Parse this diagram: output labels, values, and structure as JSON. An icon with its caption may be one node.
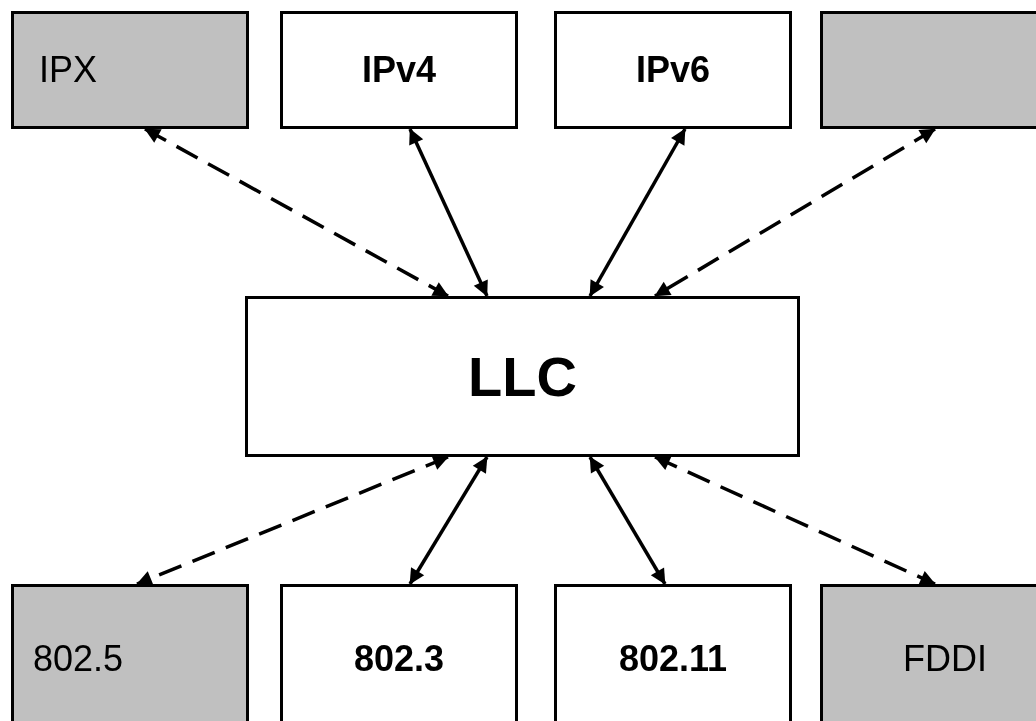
{
  "diagram": {
    "nodes": [
      {
        "text": [
          "IPX"
        ]
      },
      {
        "text": [
          "IPv4"
        ]
      },
      {
        "text": [
          "IPv6"
        ]
      },
      {
        "text": [],
        "shape": "box"
      },
      {
        "text": [
          "LLC"
        ]
      },
      {
        "text": [
          "802.5"
        ]
      },
      {
        "text": [
          "802.3"
        ]
      },
      {
        "text": [
          "802.11"
        ]
      },
      {
        "text": [
          "FDDI"
        ]
      }
    ],
    "edges": [
      {
        "from": 0,
        "to": 4,
        "arrow": "both",
        "style": "dashed"
      },
      {
        "from": 1,
        "to": 4,
        "arrow": "both"
      },
      {
        "from": 2,
        "to": 4,
        "arrow": "both"
      },
      {
        "from": 3,
        "to": 4,
        "arrow": "both",
        "style": "dashed"
      },
      {
        "from": 4,
        "to": 5,
        "arrow": "both",
        "style": "dashed"
      },
      {
        "from": 4,
        "to": 6,
        "arrow": "both"
      },
      {
        "from": 4,
        "to": 7,
        "arrow": "both"
      },
      {
        "from": 4,
        "to": 8,
        "arrow": "both",
        "style": "dashed"
      }
    ]
  }
}
